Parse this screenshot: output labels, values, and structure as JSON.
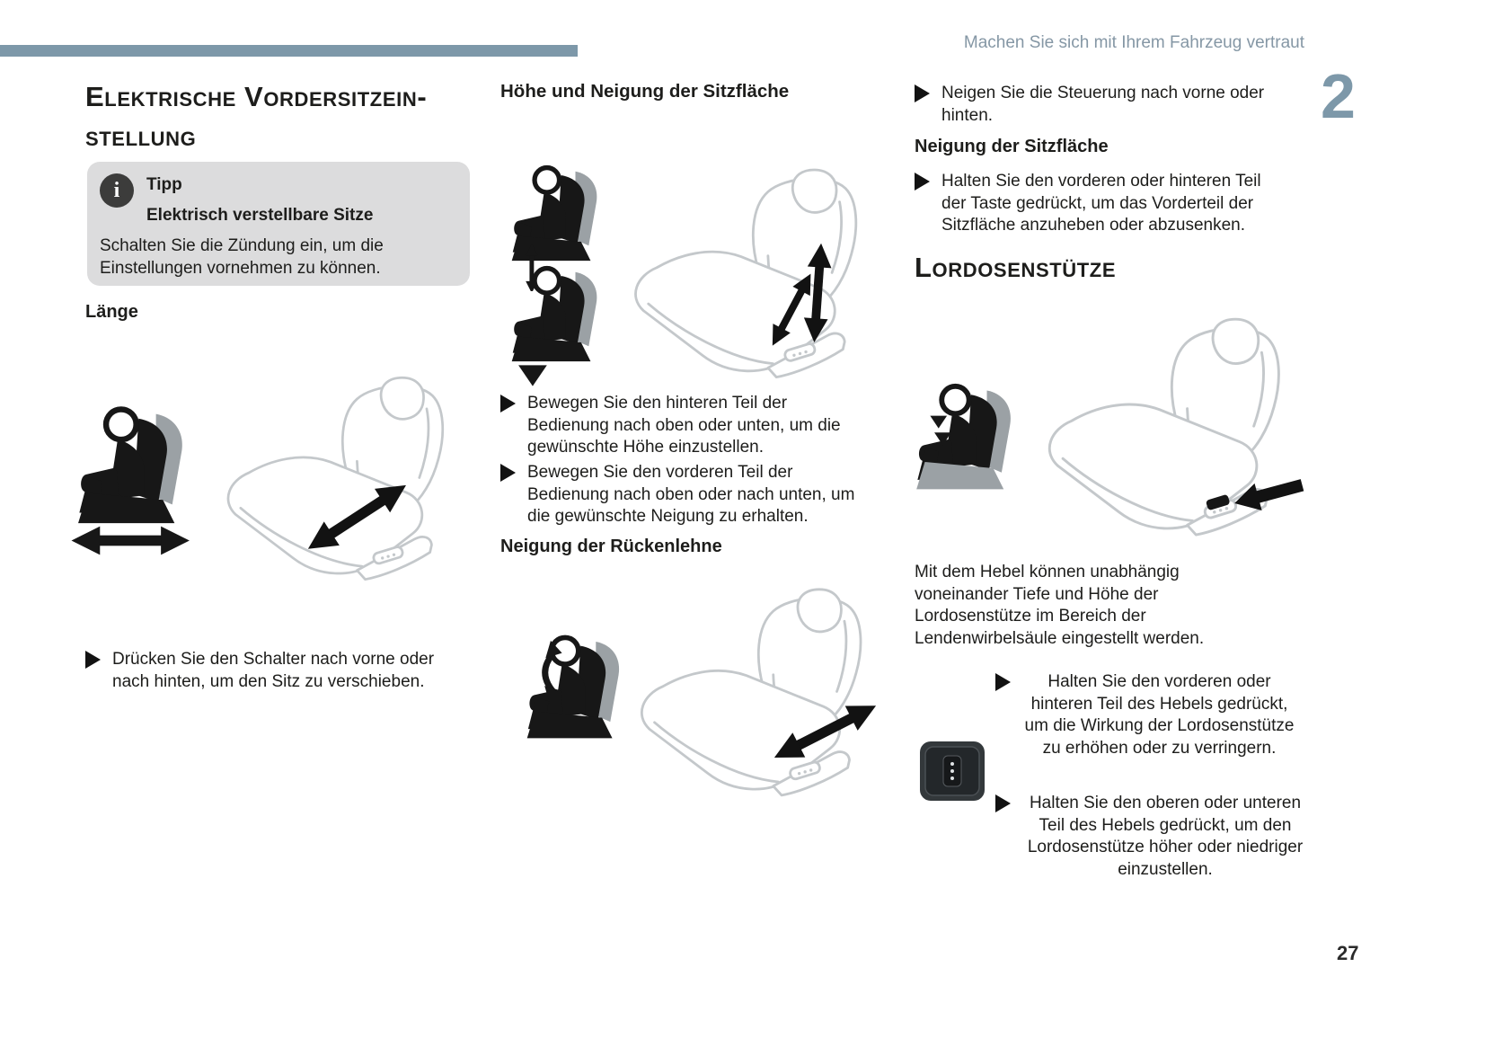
{
  "colors": {
    "accent": "#7d98a9",
    "tip_bg": "#dcdcdd",
    "text": "#1d1d1b",
    "line_art": "#c4c8cb"
  },
  "header": {
    "running_title": "Machen Sie sich mit Ihrem Fahrzeug vertraut",
    "chapter_number": "2"
  },
  "footer": {
    "page_number": "27"
  },
  "icons": {
    "info": "i",
    "bullet": "triangle-right"
  },
  "col1": {
    "title_line1": "Elektrische Vordersitzein-",
    "title_line2": "stellung",
    "tip": {
      "title": "Tipp",
      "subtitle": "Elektrisch verstellbare Sitze",
      "body": "Schalten Sie die Zündung ein, um die Einstellungen vornehmen zu können.",
      "icon_glyph": "i"
    },
    "length_heading": "Länge",
    "length_bullet": "Drücken Sie den Schalter nach vorne oder nach hinten, um den Sitz zu verschieben."
  },
  "col2": {
    "height_heading": "Höhe und Neigung der Sitzfläche",
    "height_bullet_1": "Bewegen Sie den hinteren Teil der Bedienung nach oben oder unten, um die gewünschte Höhe einzustellen.",
    "height_bullet_2": "Bewegen Sie den vorderen Teil der Bedienung nach oben oder nach unten, um die gewünschte Neigung zu erhalten.",
    "backrest_heading": "Neigung der Rückenlehne"
  },
  "col3": {
    "tilt_bullet": "Neigen Sie die Steuerung nach vorne oder hinten.",
    "seat_tilt_heading": "Neigung der Sitzfläche",
    "seat_tilt_bullet": "Halten Sie den vorderen oder hinteren Teil der Taste gedrückt, um das Vorderteil der Sitzfläche anzuheben oder abzusenken.",
    "lumbar_title": "Lordosenstütze",
    "lumbar_paragraph": "Mit dem Hebel können unabhängig voneinander Tiefe und Höhe der Lordosenstütze im Bereich der Lendenwirbelsäule eingestellt werden.",
    "lumbar_bullet_1": "Halten Sie den vorderen oder hinteren Teil des Hebels gedrückt, um die Wirkung der Lordosenstütze zu erhöhen oder zu verringern.",
    "lumbar_bullet_2": "Halten Sie den oberen oder unteren Teil des Hebels gedrückt, um den Lordosenstütze höher oder niedriger einzustellen."
  }
}
